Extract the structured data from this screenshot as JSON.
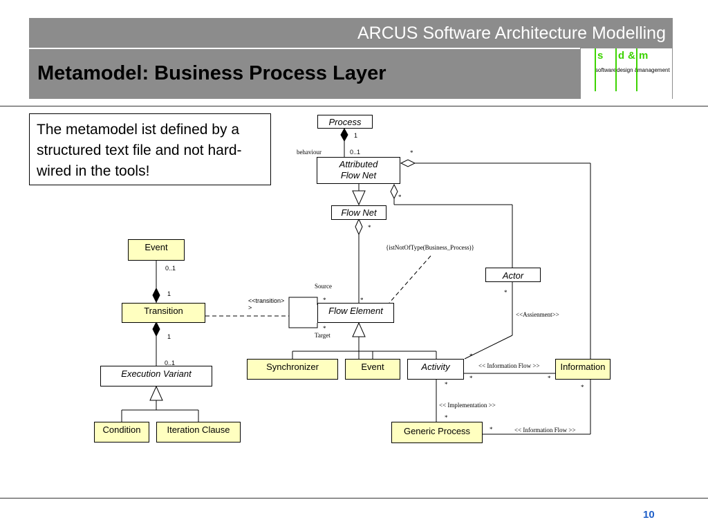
{
  "header": {
    "subtitle": "ARCUS Software Architecture Modelling",
    "title": "Metamodel: Business Process Layer"
  },
  "logo": {
    "s": "s",
    "d": "d",
    "amp": "&",
    "m": "m",
    "sub1": "software",
    "sub2": "design &",
    "sub3": "management",
    "color": "#3cd300"
  },
  "note": "The metamodel ist defined by a structured text file and not hard-wired in the tools!",
  "boxes": {
    "process": "Process",
    "attributed_flow_net_1": "Attributed",
    "attributed_flow_net_2": "Flow Net",
    "flow_net": "Flow Net",
    "event_top": "Event",
    "actor": "Actor",
    "transition": "Transition",
    "flow_element": "Flow Element",
    "execution_variant": "Execution Variant",
    "synchronizer": "Synchronizer",
    "event_bottom": "Event",
    "activity": "Activity",
    "information": "Information",
    "condition": "Condition",
    "iteration_clause": "Iteration Clause",
    "generic_process": "Generic Process"
  },
  "labels": {
    "process_mult": "1",
    "behaviour": "behaviour",
    "afn_mult": "0..1",
    "afn_star": "*",
    "afn_star2": "*",
    "flownet_star": "*",
    "constraint": "{istNotOfType(Business_Process)}",
    "event_mult": "0..1",
    "transition_top_mult": "1",
    "source": "Source",
    "transition_stereo_1": "<<transition>",
    "transition_stereo_2": ">",
    "source_star": "*",
    "source_star2": "*",
    "actor_star": "*",
    "assignment": "<<Assienment>>",
    "target_star": "*",
    "target": "Target",
    "transition_bottom_mult": "1",
    "ev_mult": "0..1",
    "activity_star_top": "*",
    "info_flow_1": "<< Information Flow >>",
    "activity_star_left": "*",
    "activity_star_right": "*",
    "info_star_left": "*",
    "info_star_right": "*",
    "implementation": "<< Implementation >>",
    "gp_star_top": "*",
    "gp_star_right": "*",
    "info_flow_2": "<< Information Flow >>"
  },
  "colors": {
    "header_bg": "#8c8c8c",
    "box_fill": "#ffffc0",
    "page_number": "#1f5fc8"
  },
  "page_number": "10"
}
